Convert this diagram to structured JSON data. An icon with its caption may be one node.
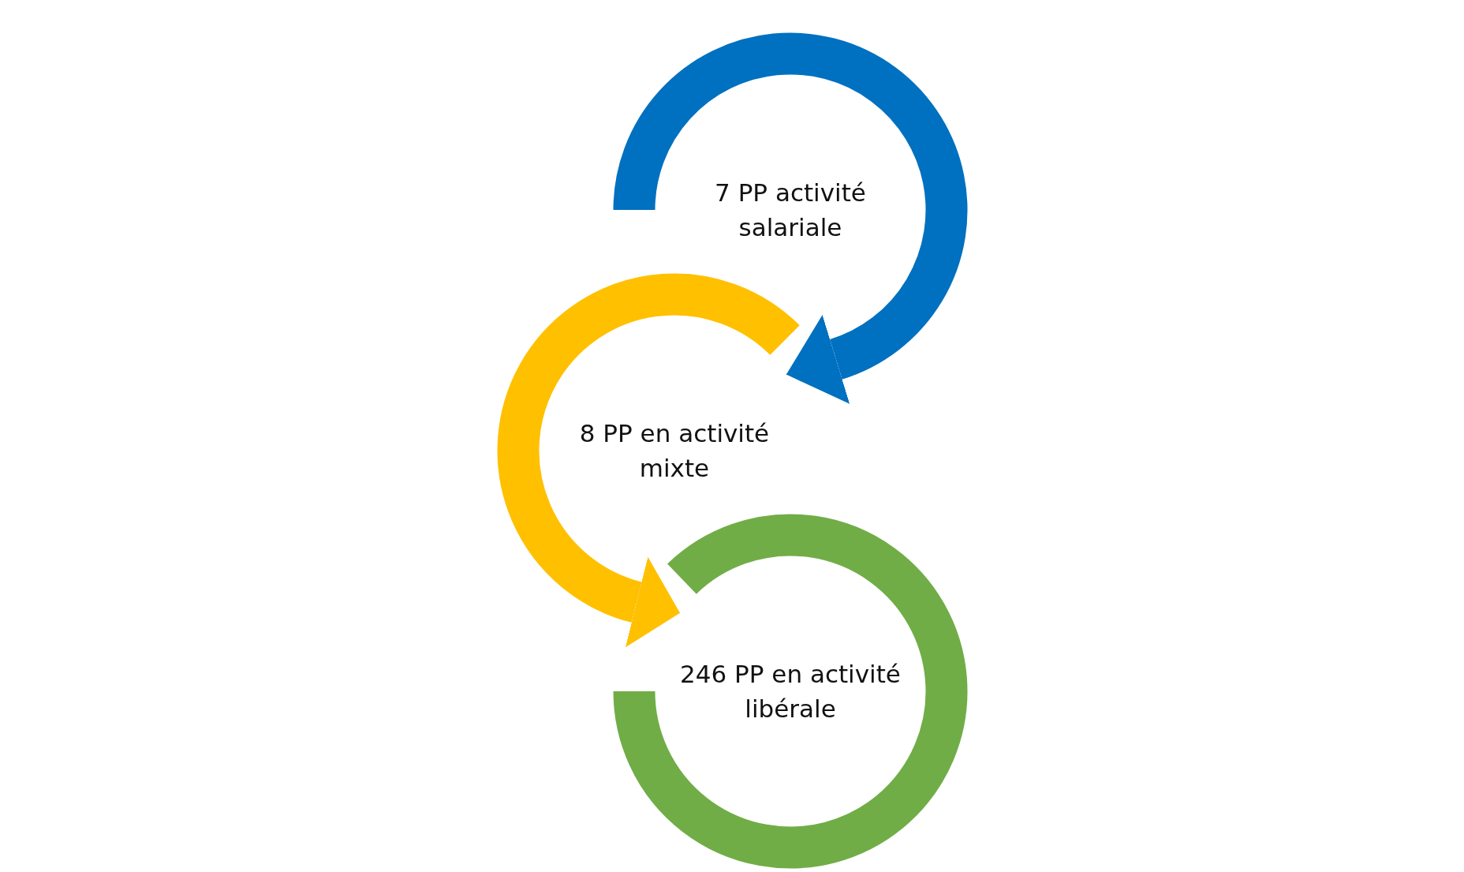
{
  "diagram": {
    "nodes": [
      {
        "text": [
          "7 PP activité salariale"
        ]
      },
      {
        "text": [
          "8 PP en activité mixte"
        ]
      },
      {
        "text": [
          "246 PP en activité libérale"
        ]
      }
    ],
    "edges": [
      {
        "from": 0,
        "to": 1,
        "arrow": "to",
        "color": "#0070c0"
      },
      {
        "from": 1,
        "to": 2,
        "arrow": "to",
        "color": "#ffc000"
      }
    ]
  }
}
